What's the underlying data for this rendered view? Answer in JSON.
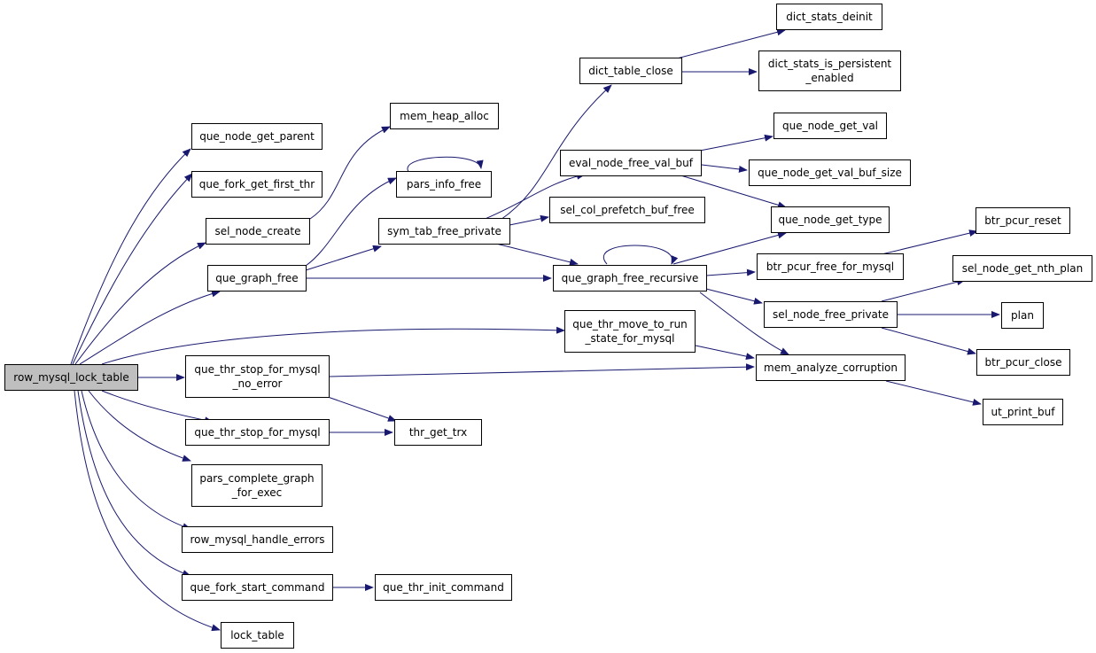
{
  "root_color": "#bfbfbf",
  "edge_color": "#191970",
  "nodes": {
    "row_mysql_lock_table": "row_mysql_lock_table",
    "que_node_get_parent": "que_node_get_parent",
    "que_fork_get_first_thr": "que_fork_get_first_thr",
    "sel_node_create": "sel_node_create",
    "que_graph_free": "que_graph_free",
    "que_thr_stop_for_mysql_no_error": "que_thr_stop_for_mysql\n_no_error",
    "que_thr_stop_for_mysql": "que_thr_stop_for_mysql",
    "pars_complete_graph_for_exec": "pars_complete_graph\n_for_exec",
    "row_mysql_handle_errors": "row_mysql_handle_errors",
    "que_fork_start_command": "que_fork_start_command",
    "lock_table": "lock_table",
    "mem_heap_alloc": "mem_heap_alloc",
    "pars_info_free": "pars_info_free",
    "sym_tab_free_private": "sym_tab_free_private",
    "thr_get_trx": "thr_get_trx",
    "que_thr_init_command": "que_thr_init_command",
    "dict_table_close": "dict_table_close",
    "eval_node_free_val_buf": "eval_node_free_val_buf",
    "sel_col_prefetch_buf_free": "sel_col_prefetch_buf_free",
    "que_graph_free_recursive": "que_graph_free_recursive",
    "que_thr_move_to_run_state_for_mysql": "que_thr_move_to_run\n_state_for_mysql",
    "dict_stats_deinit": "dict_stats_deinit",
    "dict_stats_is_persistent_enabled": "dict_stats_is_persistent\n_enabled",
    "que_node_get_val": "que_node_get_val",
    "que_node_get_val_buf_size": "que_node_get_val_buf_size",
    "que_node_get_type": "que_node_get_type",
    "btr_pcur_free_for_mysql": "btr_pcur_free_for_mysql",
    "sel_node_free_private": "sel_node_free_private",
    "mem_analyze_corruption": "mem_analyze_corruption",
    "btr_pcur_reset": "btr_pcur_reset",
    "sel_node_get_nth_plan": "sel_node_get_nth_plan",
    "plan": "plan",
    "btr_pcur_close": "btr_pcur_close",
    "ut_print_buf": "ut_print_buf"
  }
}
